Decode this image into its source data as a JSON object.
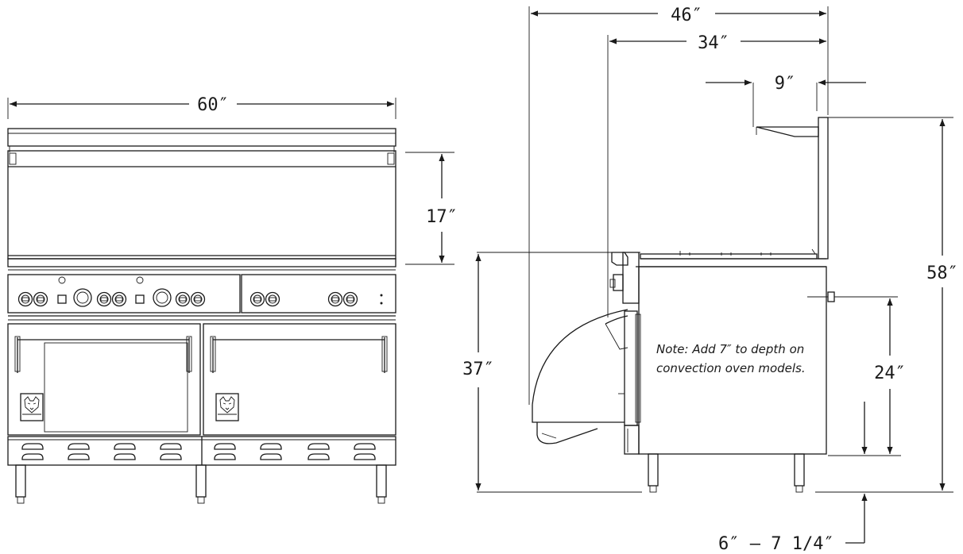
{
  "front_view": {
    "width_label": "60″",
    "backsplash_label": "17″",
    "logo_text": "WOLF"
  },
  "side_view": {
    "overall_depth_label": "46″",
    "body_depth_label": "34″",
    "shelf_label": "9″",
    "overall_height_label": "58″",
    "counter_height_label": "37″",
    "gas_height_label": "24″",
    "leg_label": "6″ – 7 1/4″",
    "note_line1": "Note:  Add 7″ to depth on",
    "note_line2": "convection oven models."
  },
  "colors": {
    "line": "#1a1a1a",
    "background": "#ffffff"
  }
}
